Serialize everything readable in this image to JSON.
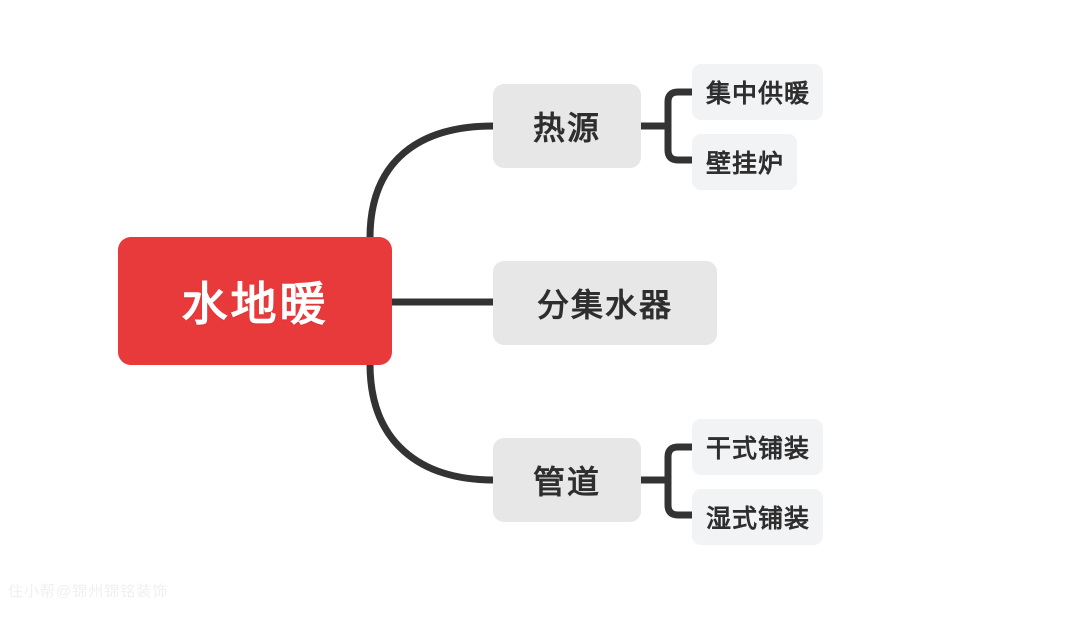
{
  "diagram": {
    "type": "mind-map",
    "background_color": "#ffffff",
    "root_color": "#e8393b",
    "branch_color": "#e7e7e7",
    "leaf_color": "#f2f3f5",
    "connector_color": "#333333",
    "root": {
      "label": "水地暖"
    },
    "branches": [
      {
        "id": "heat-source",
        "label": "热源",
        "children": [
          {
            "id": "central-heating",
            "label": "集中供暖"
          },
          {
            "id": "wall-hung-boiler",
            "label": "壁挂炉"
          }
        ]
      },
      {
        "id": "water-manifold",
        "label": "分集水器",
        "children": []
      },
      {
        "id": "pipeline",
        "label": "管道",
        "children": [
          {
            "id": "dry-installation",
            "label": "干式铺装"
          },
          {
            "id": "wet-installation",
            "label": "湿式铺装"
          }
        ]
      }
    ]
  },
  "watermark": {
    "text": "住小帮@锦州锦铭装饰"
  }
}
